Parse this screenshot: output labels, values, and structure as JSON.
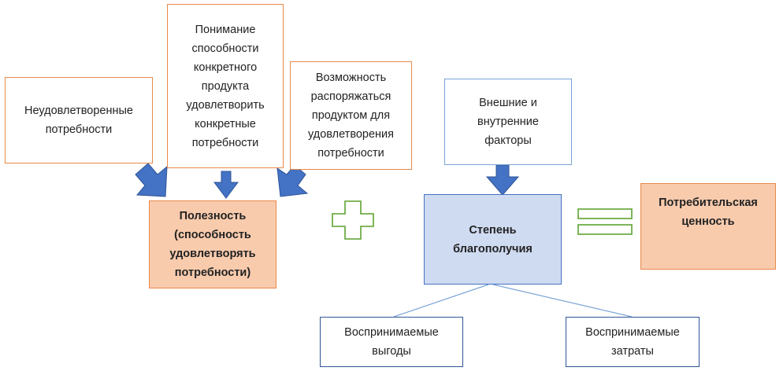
{
  "boxes": {
    "unmet_needs": "Неудовлетворенные\nпотребности",
    "understanding": "Понимание\nспособности\nконкретного\nпродукта\nудовлетворить\nконкретные\nпотребности",
    "ability_dispose": "Возможность\nраспоряжаться\nпродуктом для\nудовлетворения\nпотребности",
    "factors": "Внешние и\nвнутренние\nфакторы",
    "utility": "Полезность\n(способность\nудовлетворять\nпотребности)",
    "wellbeing": "Степень\nблагополучия",
    "consumer_value": "Потребительская\nценность",
    "perceived_benefits": "Воспринимаемые\nвыгоды",
    "perceived_costs": "Воспринимаемые\nзатраты"
  },
  "colors": {
    "orange_border": "#e8894a",
    "orange_fill": "#f8cbad",
    "blue_border": "#2f5597",
    "blue_fill": "#cfdbf1",
    "arrow_fill": "#4472c4",
    "plus_green": "#70ad47"
  },
  "icons": {
    "plus": "plus-sign-icon",
    "equals": "equals-sign-icon",
    "arrow": "down-arrow-icon"
  }
}
